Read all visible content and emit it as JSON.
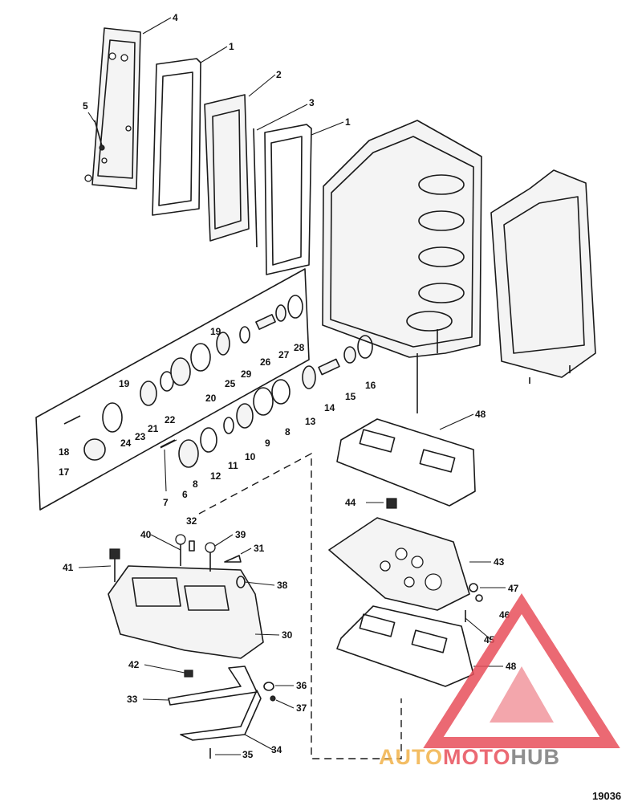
{
  "figure_number": "19036",
  "watermark": {
    "word_auto": "AUTO",
    "word_moto": "MOTO",
    "word_hub": "HUB",
    "color_auto": "#f2b24a",
    "color_moto": "#e8505b",
    "color_hub": "#7b7b7b",
    "color_triangle": "#e8505b"
  },
  "callouts": {
    "c1a": "1",
    "c1b": "1",
    "c2": "2",
    "c3": "3",
    "c4": "4",
    "c5": "5",
    "c6": "6",
    "c7": "7",
    "c8a": "8",
    "c8b": "8",
    "c9": "9",
    "c10": "10",
    "c11": "11",
    "c12": "12",
    "c13": "13",
    "c14": "14",
    "c15": "15",
    "c16": "16",
    "c17": "17",
    "c18": "18",
    "c19a": "19",
    "c19b": "19",
    "c20": "20",
    "c21": "21",
    "c22": "22",
    "c23": "23",
    "c24": "24",
    "c25": "25",
    "c26": "26",
    "c27": "27",
    "c28": "28",
    "c29": "29",
    "c30": "30",
    "c31": "31",
    "c32": "32",
    "c33": "33",
    "c34": "34",
    "c35": "35",
    "c36": "36",
    "c37": "37",
    "c38": "38",
    "c39": "39",
    "c40": "40",
    "c41": "41",
    "c42": "42",
    "c43": "43",
    "c44": "44",
    "c45": "45",
    "c46": "46",
    "c47": "47",
    "c48a": "48",
    "c48b": "48"
  }
}
